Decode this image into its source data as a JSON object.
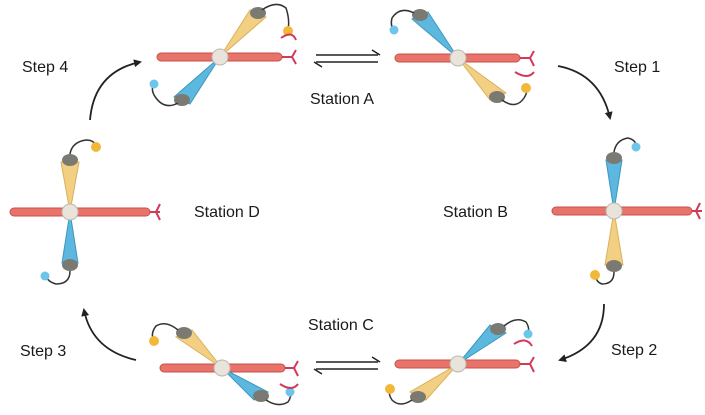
{
  "steps": [
    "Step 1",
    "Step 2",
    "Step 3",
    "Step 4"
  ],
  "stations": [
    "Station A",
    "Station B",
    "Station C",
    "Station D"
  ],
  "colors": {
    "axle": "#e8736a",
    "axle_edge": "#c9524a",
    "blue_lobe": "#5cb8de",
    "yellow_lobe": "#f3cf83",
    "hub": "#e8e4dc",
    "cap": "#7a7a72",
    "blue_ball": "#6cc6ec",
    "yellow_ball": "#f2b83a",
    "stopper": "#d23a5a",
    "arrow": "#222222"
  }
}
